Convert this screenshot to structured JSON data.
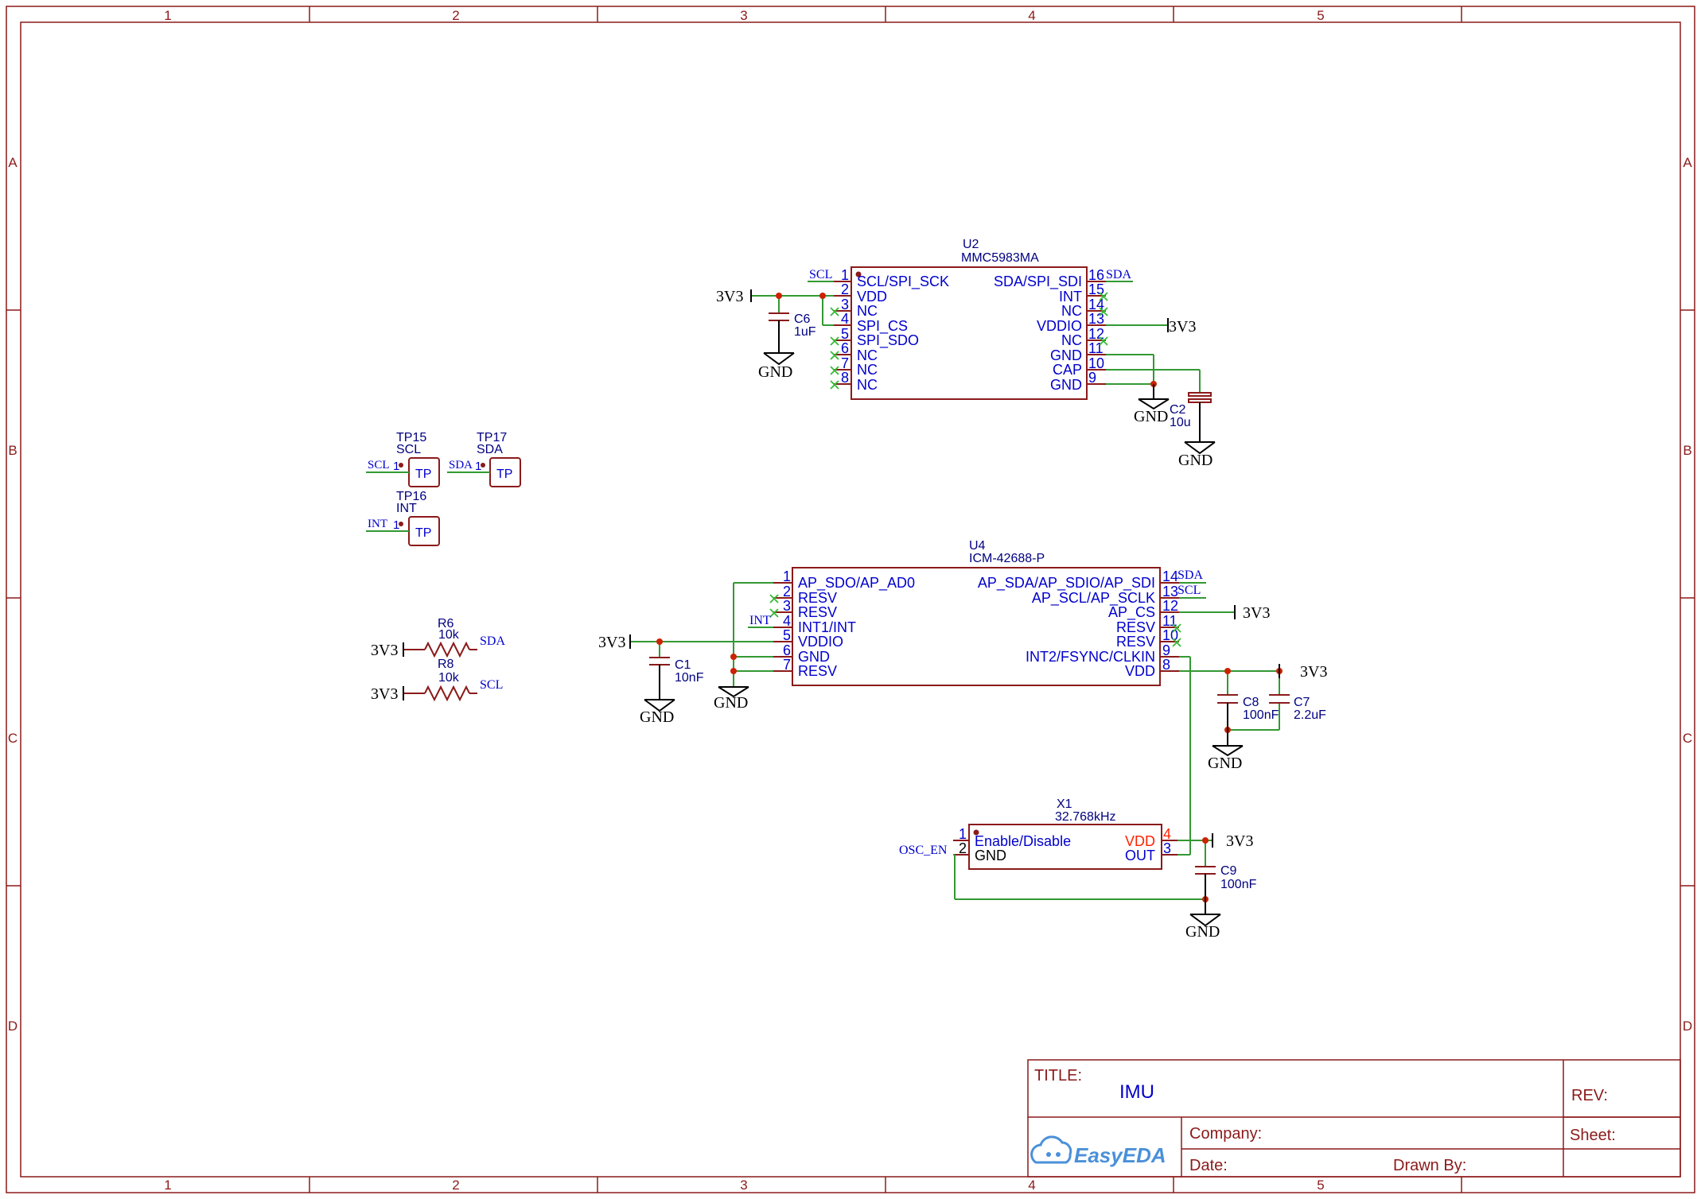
{
  "border": {
    "columns": [
      "1",
      "2",
      "3",
      "4",
      "5"
    ],
    "rows": [
      "A",
      "B",
      "C",
      "D"
    ]
  },
  "u2": {
    "designator": "U2",
    "part": "MMC5983MA",
    "left_pins": [
      {
        "num": "1",
        "name": "SCL/SPI_SCK"
      },
      {
        "num": "2",
        "name": "VDD"
      },
      {
        "num": "3",
        "name": "NC"
      },
      {
        "num": "4",
        "name": "SPI_CS"
      },
      {
        "num": "5",
        "name": "SPI_SDO"
      },
      {
        "num": "6",
        "name": "NC"
      },
      {
        "num": "7",
        "name": "NC"
      },
      {
        "num": "8",
        "name": "NC"
      }
    ],
    "right_pins": [
      {
        "num": "16",
        "name": "SDA/SPI_SDI"
      },
      {
        "num": "15",
        "name": "INT"
      },
      {
        "num": "14",
        "name": "NC"
      },
      {
        "num": "13",
        "name": "VDDIO"
      },
      {
        "num": "12",
        "name": "NC"
      },
      {
        "num": "11",
        "name": "GND"
      },
      {
        "num": "10",
        "name": "CAP"
      },
      {
        "num": "9",
        "name": "GND"
      }
    ]
  },
  "u4": {
    "designator": "U4",
    "part": "ICM-42688-P",
    "left_pins": [
      {
        "num": "1",
        "name": "AP_SDO/AP_AD0"
      },
      {
        "num": "2",
        "name": "RESV"
      },
      {
        "num": "3",
        "name": "RESV"
      },
      {
        "num": "4",
        "name": "INT1/INT"
      },
      {
        "num": "5",
        "name": "VDDIO"
      },
      {
        "num": "6",
        "name": "GND"
      },
      {
        "num": "7",
        "name": "RESV"
      }
    ],
    "right_pins": [
      {
        "num": "14",
        "name": "AP_SDA/AP_SDIO/AP_SDI"
      },
      {
        "num": "13",
        "name": "AP_SCL/AP_SCLK"
      },
      {
        "num": "12",
        "name": "AP_CS"
      },
      {
        "num": "11",
        "name": "RESV"
      },
      {
        "num": "10",
        "name": "RESV"
      },
      {
        "num": "9",
        "name": "INT2/FSYNC/CLKIN"
      },
      {
        "num": "8",
        "name": "VDD"
      }
    ]
  },
  "x1": {
    "designator": "X1",
    "part": "32.768kHz",
    "pins": [
      {
        "num": "1",
        "name": "Enable/Disable"
      },
      {
        "num": "2",
        "name": "GND"
      },
      {
        "num": "4",
        "name": "VDD"
      },
      {
        "num": "3",
        "name": "OUT"
      }
    ]
  },
  "caps": {
    "c6": {
      "ref": "C6",
      "value": "1uF"
    },
    "c2": {
      "ref": "C2",
      "value": "10u"
    },
    "c1": {
      "ref": "C1",
      "value": "10nF"
    },
    "c8": {
      "ref": "C8",
      "value": "100nF"
    },
    "c7": {
      "ref": "C7",
      "value": "2.2uF"
    },
    "c9": {
      "ref": "C9",
      "value": "100nF"
    }
  },
  "resistors": {
    "r6": {
      "ref": "R6",
      "value": "10k"
    },
    "r8": {
      "ref": "R8",
      "value": "10k"
    }
  },
  "testpoints": {
    "tp15": {
      "ref": "TP15",
      "net": "SCL",
      "body": "TP",
      "pin": "1"
    },
    "tp17": {
      "ref": "TP17",
      "net": "SDA",
      "body": "TP",
      "pin": "1"
    },
    "tp16": {
      "ref": "TP16",
      "net": "INT",
      "body": "TP",
      "pin": "1"
    }
  },
  "nets": {
    "power": "3V3",
    "ground": "GND",
    "scl": "SCL",
    "sda": "SDA",
    "int": "INT",
    "osc_en": "OSC_EN"
  },
  "title_block": {
    "title_label": "TITLE:",
    "title": "IMU",
    "rev_label": "REV:",
    "company_label": "Company:",
    "sheet_label": "Sheet:",
    "date_label": "Date:",
    "drawn_by_label": "Drawn By:",
    "logo_text": "EasyEDA"
  },
  "colors": {
    "frame": "#8b1a1a",
    "wire": "#339933",
    "text_blue": "#0000cc",
    "junction": "#cc2200",
    "red_text": "#ff2200",
    "nc_mark": "#33bb33"
  }
}
